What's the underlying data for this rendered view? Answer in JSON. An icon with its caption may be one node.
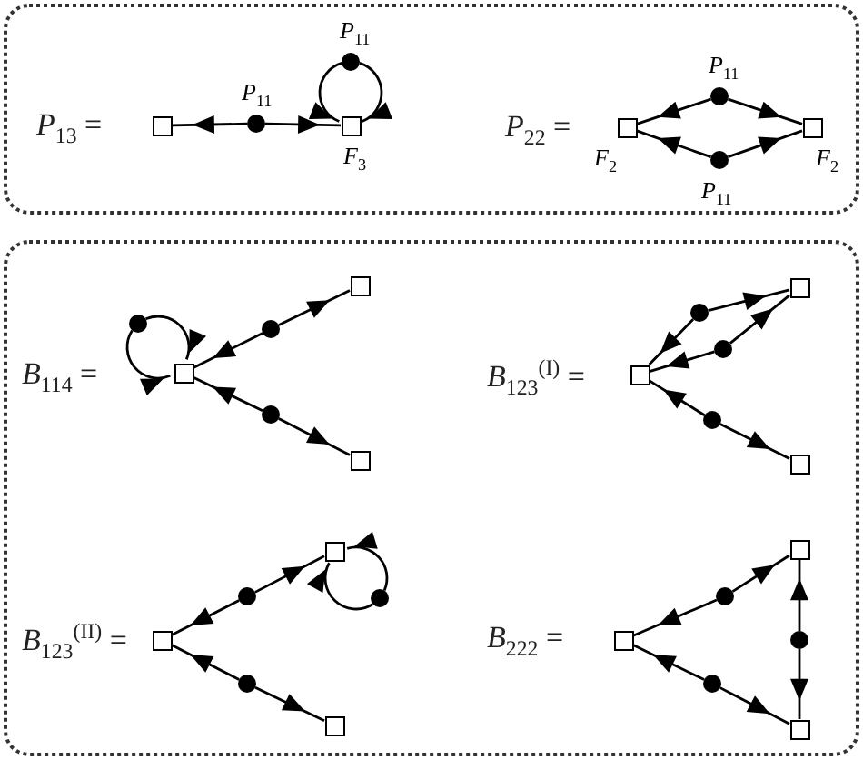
{
  "diagram": {
    "nodes": [
      {
        "text": [],
        "shape": "box"
      },
      {
        "text": [],
        "shape": "box",
        "in": 0
      },
      {
        "text": [],
        "shape": "circle",
        "beside": [
          "P$_{11}$"
        ],
        "in": 0
      },
      {
        "text": [],
        "shape": "box",
        "beside": [
          "F$_{3}$"
        ],
        "in": 0
      },
      {
        "text": [],
        "shape": "circle",
        "beside": [
          "P$_{11}$"
        ],
        "in": 0
      },
      {
        "text": [],
        "shape": "box",
        "beside": [
          "F$_{2}$"
        ],
        "in": 0
      },
      {
        "text": [],
        "shape": "circle",
        "beside": [
          "P$_{11}$"
        ],
        "in": 0
      },
      {
        "text": [],
        "shape": "circle",
        "beside": [
          "P$_{11}$"
        ],
        "in": 0
      },
      {
        "text": [],
        "shape": "box",
        "beside": [
          "F$_{2}$"
        ],
        "in": 0
      },
      {
        "text": [],
        "shape": "box"
      },
      {
        "text": [],
        "shape": "box",
        "in": 9
      },
      {
        "text": [],
        "shape": "circle",
        "in": 9
      },
      {
        "text": [],
        "shape": "circle",
        "in": 9
      },
      {
        "text": [],
        "shape": "box",
        "in": 9
      },
      {
        "text": [],
        "shape": "circle",
        "in": 9
      },
      {
        "text": [],
        "shape": "box",
        "in": 9
      },
      {
        "text": [],
        "shape": "box",
        "in": 9
      },
      {
        "text": [],
        "shape": "circle",
        "in": 9
      },
      {
        "text": [],
        "shape": "circle",
        "in": 9
      },
      {
        "text": [],
        "shape": "box",
        "in": 9
      },
      {
        "text": [],
        "shape": "circle",
        "in": 9
      },
      {
        "text": [],
        "shape": "box",
        "in": 9
      },
      {
        "text": [],
        "shape": "box",
        "in": 9
      },
      {
        "text": [],
        "shape": "circle",
        "in": 9
      },
      {
        "text": [],
        "shape": "box",
        "in": 9
      },
      {
        "text": [],
        "shape": "circle",
        "in": 9
      },
      {
        "text": [],
        "shape": "circle",
        "in": 9
      },
      {
        "text": [],
        "shape": "box",
        "in": 9
      },
      {
        "text": [],
        "shape": "box",
        "in": 9
      },
      {
        "text": [],
        "shape": "circle",
        "in": 9
      },
      {
        "text": [],
        "shape": "box",
        "in": 9
      },
      {
        "text": [],
        "shape": "circle",
        "in": 9
      },
      {
        "text": [],
        "shape": "circle",
        "in": 9
      },
      {
        "text": [],
        "shape": "box",
        "in": 9
      }
    ],
    "edges": [
      {
        "from": 2,
        "to": 1,
        "arrow": "to"
      },
      {
        "from": 2,
        "to": 3,
        "arrow": "to"
      },
      {
        "from": 4,
        "to": 3,
        "arrow": "to"
      },
      {
        "from": 4,
        "to": 3,
        "arrow": "to"
      },
      {
        "from": 6,
        "to": 5,
        "arrow": "to"
      },
      {
        "from": 6,
        "to": 8,
        "arrow": "to"
      },
      {
        "from": 7,
        "to": 5,
        "arrow": "to"
      },
      {
        "from": 7,
        "to": 8,
        "arrow": "to"
      },
      {
        "from": 11,
        "to": 10,
        "arrow": "to"
      },
      {
        "from": 11,
        "to": 10,
        "arrow": "to"
      },
      {
        "from": 12,
        "to": 10,
        "arrow": "to"
      },
      {
        "from": 12,
        "to": 13,
        "arrow": "to"
      },
      {
        "from": 14,
        "to": 10,
        "arrow": "to"
      },
      {
        "from": 14,
        "to": 15,
        "arrow": "to"
      },
      {
        "from": 17,
        "to": 16,
        "arrow": "to"
      },
      {
        "from": 17,
        "to": 19,
        "arrow": "to"
      },
      {
        "from": 18,
        "to": 16,
        "arrow": "to"
      },
      {
        "from": 18,
        "to": 19,
        "arrow": "to"
      },
      {
        "from": 20,
        "to": 16,
        "arrow": "to"
      },
      {
        "from": 20,
        "to": 21,
        "arrow": "to"
      },
      {
        "from": 23,
        "to": 22,
        "arrow": "to"
      },
      {
        "from": 23,
        "to": 24,
        "arrow": "to"
      },
      {
        "from": 25,
        "to": 24,
        "arrow": "to"
      },
      {
        "from": 25,
        "to": 24,
        "arrow": "to"
      },
      {
        "from": 26,
        "to": 22,
        "arrow": "to"
      },
      {
        "from": 26,
        "to": 27,
        "arrow": "to"
      },
      {
        "from": 29,
        "to": 28,
        "arrow": "to"
      },
      {
        "from": 29,
        "to": 30,
        "arrow": "to"
      },
      {
        "from": 31,
        "to": 30,
        "arrow": "to"
      },
      {
        "from": 31,
        "to": 33,
        "arrow": "to"
      },
      {
        "from": 32,
        "to": 28,
        "arrow": "to"
      },
      {
        "from": 32,
        "to": 33,
        "arrow": "to"
      }
    ],
    "labels": [
      "*P*$_{13}$ =",
      "*P*$_{22}$ =",
      "*B*$_{114}$ =",
      "*B*$_{123}$$^{(I)}$ =",
      "*B*$_{123}$$^{(II)}$ =",
      "*B*$_{222}$ ="
    ]
  }
}
